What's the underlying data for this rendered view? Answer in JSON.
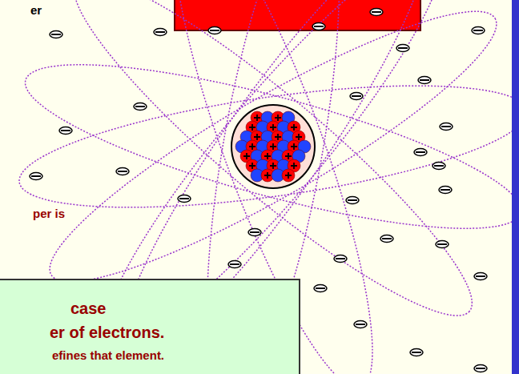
{
  "diagram": {
    "nodes": [
      {
        "text": [
          "case",
          "er of electrons.",
          "efines that element."
        ]
      }
    ],
    "labels": [
      "er",
      "per is"
    ]
  }
}
